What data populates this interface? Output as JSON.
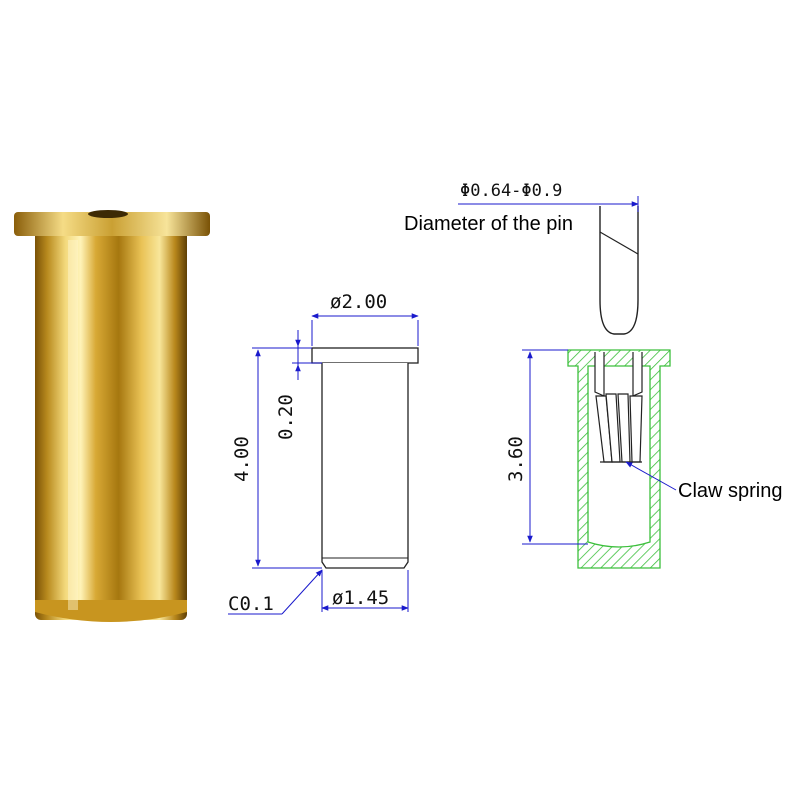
{
  "drawing": {
    "dim_head_diameter": "ø2.00",
    "dim_body_diameter": "ø1.45",
    "dim_total_length": "4.00",
    "dim_head_thickness": "0.20",
    "dim_chamfer": "C0.1",
    "dim_socket_depth": "3.60",
    "dim_pin_diameter": "Φ0.64-Φ0.9",
    "label_pin_diameter": "Diameter of the pin",
    "label_claw_spring": "Claw spring"
  },
  "colors": {
    "dimension_line": "#1a1acc",
    "section_hatch": "#3cbf3c",
    "gold_light": "#f6e08a",
    "gold_mid": "#d4a22a",
    "gold_dark": "#6e4a08"
  }
}
